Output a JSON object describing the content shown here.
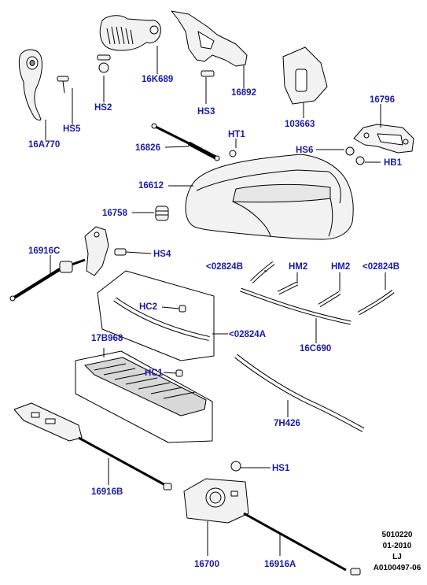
{
  "labels": {
    "l16A770": "16A770",
    "lHS5": "HS5",
    "lHS2": "HS2",
    "l16K689": "16K689",
    "lHS3": "HS3",
    "l16892": "16892",
    "l103663": "103663",
    "l16796": "16796",
    "lHT1": "HT1",
    "l16826": "16826",
    "lHS6": "HS6",
    "lHB1": "HB1",
    "l16612": "16612",
    "l16758": "16758",
    "l16916C": "16916C",
    "lHS4": "HS4",
    "l02824B_left": "<02824B",
    "lHM2_a": "HM2",
    "lHM2_b": "HM2",
    "l02824B_right": "<02824B",
    "lHC2": "HC2",
    "l02824A": "<02824A",
    "l16C690": "16C690",
    "l17B968": "17B968",
    "lHC1": "HC1",
    "l7H426": "7H426",
    "lHS1": "HS1",
    "l16916B": "16916B",
    "l16700": "16700",
    "l16916A": "16916A"
  },
  "meta": {
    "line1": "5010220",
    "line2": "01-2010",
    "line3": "LJ",
    "line4": "A0100497-06"
  },
  "colors": {
    "label": "#1a1aa6",
    "part_stroke": "#000000",
    "part_fill": "#f2f2f2"
  }
}
